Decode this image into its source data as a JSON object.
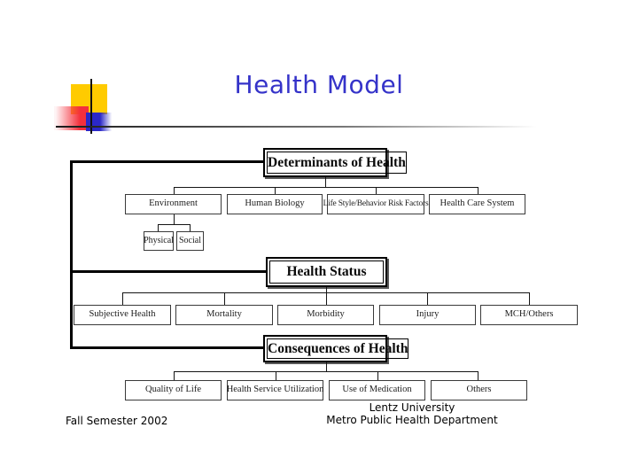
{
  "slide": {
    "title": "Health Model",
    "title_color": "#3533c9",
    "footer_left": "Fall Semester 2002",
    "footer_center_line1": "Lentz University",
    "footer_center_line2": "Metro Public Health Department"
  },
  "diagram": {
    "determinants": {
      "label": "Determinants of Health",
      "children": [
        {
          "label": "Environment",
          "children": [
            {
              "label": "Physical"
            },
            {
              "label": "Social"
            }
          ]
        },
        {
          "label": "Human Biology"
        },
        {
          "label": "Life Style/Behavior Risk Factors"
        },
        {
          "label": "Health Care System"
        }
      ]
    },
    "health_status": {
      "label": "Health Status",
      "children": [
        {
          "label": "Subjective Health"
        },
        {
          "label": "Mortality"
        },
        {
          "label": "Morbidity"
        },
        {
          "label": "Injury"
        },
        {
          "label": "MCH/Others"
        }
      ]
    },
    "consequences": {
      "label": "Consequences of Health",
      "children": [
        {
          "label": "Quality of Life"
        },
        {
          "label": "Health Service Utilization"
        },
        {
          "label": "Use of Medication"
        },
        {
          "label": "Others"
        }
      ]
    }
  }
}
